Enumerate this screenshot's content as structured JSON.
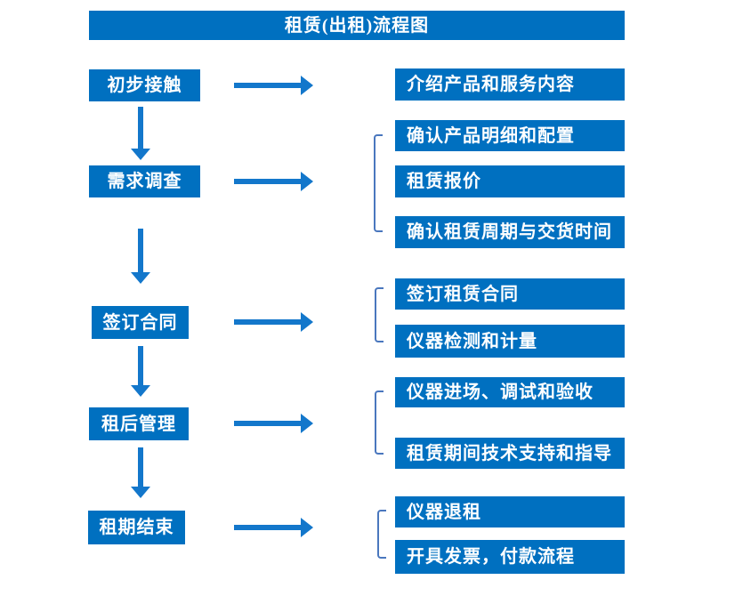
{
  "title": "租赁(出租)流程图",
  "colors": {
    "box_fill": "#0070c0",
    "arrow": "#1377cb",
    "bracket": "#4a77be",
    "text": "#ffffff"
  },
  "stages": [
    {
      "label": "初步接触",
      "details": [
        "介绍产品和服务内容"
      ]
    },
    {
      "label": "需求调查",
      "details": [
        "确认产品明细和配置",
        "租赁报价",
        "确认租赁周期与交货时间"
      ]
    },
    {
      "label": "签订合同",
      "details": [
        "签订租赁合同",
        "仪器检测和计量"
      ]
    },
    {
      "label": "租后管理",
      "details": [
        "仪器进场、调试和验收",
        "租赁期间技术支持和指导"
      ]
    },
    {
      "label": "租期结束",
      "details": [
        "仪器退租",
        "开具发票，付款流程"
      ]
    }
  ]
}
